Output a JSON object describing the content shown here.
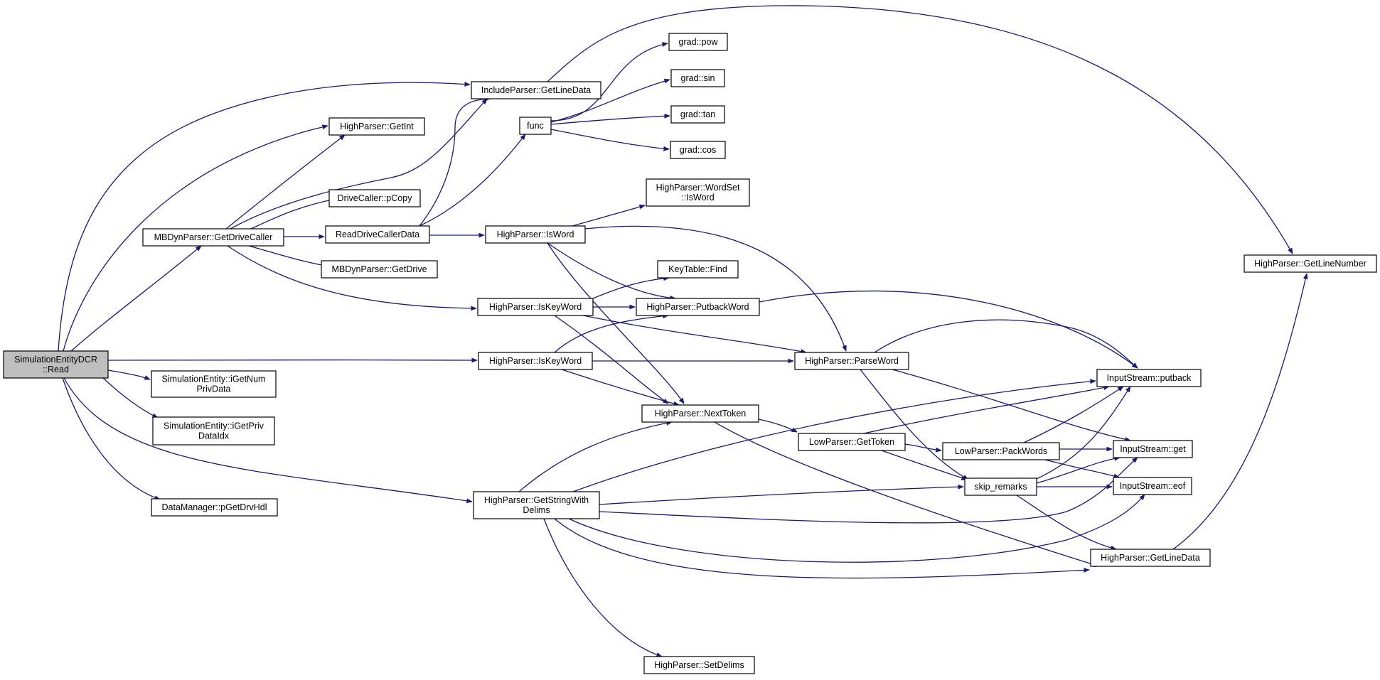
{
  "nodes": [
    {
      "id": "sim_read",
      "lines": [
        "SimulationEntityDCR",
        "::Read"
      ],
      "root": true
    },
    {
      "id": "mbdyn_gdc",
      "lines": [
        "MBDynParser::GetDriveCaller"
      ]
    },
    {
      "id": "hp_getint",
      "lines": [
        "HighParser::GetInt"
      ]
    },
    {
      "id": "ip_getline",
      "lines": [
        "IncludeParser::GetLineData"
      ]
    },
    {
      "id": "dc_pcopy",
      "lines": [
        "DriveCaller::pCopy"
      ]
    },
    {
      "id": "rdcd",
      "lines": [
        "ReadDriveCallerData"
      ]
    },
    {
      "id": "mbdyn_gd",
      "lines": [
        "MBDynParser::GetDrive"
      ]
    },
    {
      "id": "se_num",
      "lines": [
        "SimulationEntity::iGetNum",
        "PrivData"
      ]
    },
    {
      "id": "se_idx",
      "lines": [
        "SimulationEntity::iGetPriv",
        "DataIdx"
      ]
    },
    {
      "id": "dm_pgdh",
      "lines": [
        "DataManager::pGetDrvHdl"
      ]
    },
    {
      "id": "func",
      "lines": [
        "func"
      ]
    },
    {
      "id": "grad_pow",
      "lines": [
        "grad::pow"
      ]
    },
    {
      "id": "grad_sin",
      "lines": [
        "grad::sin"
      ]
    },
    {
      "id": "grad_tan",
      "lines": [
        "grad::tan"
      ]
    },
    {
      "id": "grad_cos",
      "lines": [
        "grad::cos"
      ]
    },
    {
      "id": "hp_wordset",
      "lines": [
        "HighParser::WordSet",
        "::IsWord"
      ]
    },
    {
      "id": "hp_isword",
      "lines": [
        "HighParser::IsWord"
      ]
    },
    {
      "id": "kt_find",
      "lines": [
        "KeyTable::Find"
      ]
    },
    {
      "id": "hp_iskw1",
      "lines": [
        "HighParser::IsKeyWord"
      ]
    },
    {
      "id": "hp_putback",
      "lines": [
        "HighParser::PutbackWord"
      ]
    },
    {
      "id": "hp_iskw2",
      "lines": [
        "HighParser::IsKeyWord"
      ]
    },
    {
      "id": "hp_parseword",
      "lines": [
        "HighParser::ParseWord"
      ]
    },
    {
      "id": "hp_nexttoken",
      "lines": [
        "HighParser::NextToken"
      ]
    },
    {
      "id": "lp_gettoken",
      "lines": [
        "LowParser::GetToken"
      ]
    },
    {
      "id": "lp_packwords",
      "lines": [
        "LowParser::PackWords"
      ]
    },
    {
      "id": "skip_remarks",
      "lines": [
        "skip_remarks"
      ]
    },
    {
      "id": "hp_gswd",
      "lines": [
        "HighParser::GetStringWith",
        "Delims"
      ]
    },
    {
      "id": "hp_setdelims",
      "lines": [
        "HighParser::SetDelims"
      ]
    },
    {
      "id": "is_putback",
      "lines": [
        "InputStream::putback"
      ]
    },
    {
      "id": "is_get",
      "lines": [
        "InputStream::get"
      ]
    },
    {
      "id": "is_eof",
      "lines": [
        "InputStream::eof"
      ]
    },
    {
      "id": "hp_getlinedata",
      "lines": [
        "HighParser::GetLineData"
      ]
    },
    {
      "id": "hp_getlinenumber",
      "lines": [
        "HighParser::GetLineNumber"
      ]
    }
  ]
}
